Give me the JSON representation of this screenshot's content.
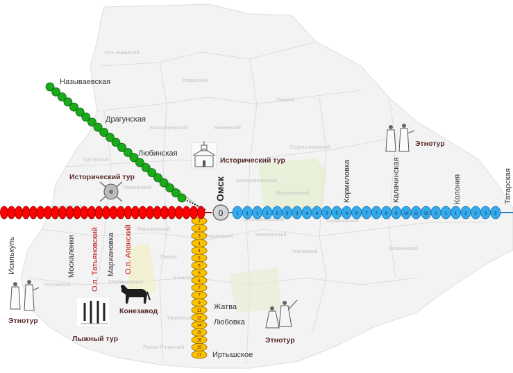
{
  "center": {
    "label": "Омск",
    "zero": "0"
  },
  "district_labels": [
    "Усть-Ишимский",
    "Тевризский",
    "Тарский",
    "Большеуковский",
    "Знаменский",
    "Седельниковский",
    "Крутинский",
    "Тюкалинский",
    "Большереченский",
    "Муромцевский",
    "Оконешниковский",
    "Черлакский",
    "Нижнеомский",
    "Горьковский",
    "Омский",
    "Полтавский",
    "Шербакульский",
    "Азовский",
    "Таврический",
    "Русско-Полянский",
    "Марьяновский",
    "Называевский",
    "Кормиловский",
    "Калачинский"
  ],
  "north_labels": [
    "Называевская",
    "Драгунская",
    "Любинская"
  ],
  "west_labels": [
    "Исилькуль",
    "Москаленки",
    "О.п. Татьяновский",
    "Мариановка",
    "О.п. Апонский"
  ],
  "east_labels": [
    "Кормиловка",
    "Калачинская",
    "Колония",
    "Татарская"
  ],
  "south_labels": [
    "Жатва",
    "Любовка",
    "Иртышское"
  ],
  "south_stops": [
    "1",
    "2",
    "3",
    "4",
    "4",
    "5",
    "5",
    "5",
    "6",
    "7",
    "7",
    "9",
    "11",
    "12",
    "14",
    "15",
    "15",
    "15",
    "17"
  ],
  "east_stops": [
    "1",
    "1",
    "1",
    "2",
    "2",
    "3",
    "3",
    "4",
    "4",
    "5",
    "5",
    "6",
    "6",
    "7",
    "7",
    "8",
    "9",
    "10",
    "11",
    "12",
    "1",
    "1",
    "1",
    "2",
    "2",
    "3",
    "3"
  ],
  "tours": {
    "historical_west": "Исторический тур",
    "historical_east": "Исторический тур",
    "ethno_west": "Этнотур",
    "ethno_south": "Этнотур",
    "ethno_east": "Этнотур",
    "ski": "Лыжный тур",
    "horse": "Конезавод"
  },
  "icons": [
    "church-icon",
    "shield-icon",
    "horse-icon",
    "skis-icon",
    "folk-figures-icon",
    "dancers-icon"
  ],
  "colors": {
    "west_line": "#ff0000",
    "north_line": "#1aaa1a",
    "east_line": "#33aaee",
    "south_line": "#ffc000",
    "region_fill": "#f3f3f3",
    "region_border": "#dcdcdc",
    "text_red": "#c0161a",
    "tour_text": "#5a2a2a"
  }
}
